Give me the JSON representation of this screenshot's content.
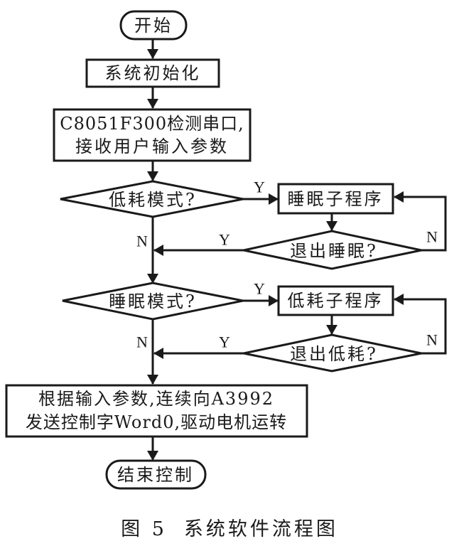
{
  "figure": {
    "caption_number": "图 5",
    "caption_title": "系统软件流程图"
  },
  "nodes": {
    "start": {
      "type": "terminal",
      "text": "开始"
    },
    "init": {
      "type": "process",
      "text": "系统初始化"
    },
    "detect": {
      "type": "process",
      "lines": [
        "C8051F300检测串口,",
        "接收用户输入参数"
      ]
    },
    "low_power_mode": {
      "type": "decision",
      "text": "低耗模式?"
    },
    "sleep_subroutine": {
      "type": "process",
      "text": "睡眠子程序"
    },
    "exit_sleep": {
      "type": "decision",
      "text": "退出睡眠?"
    },
    "sleep_mode": {
      "type": "decision",
      "text": "睡眠模式?"
    },
    "low_power_subroutine": {
      "type": "process",
      "text": "低耗子程序"
    },
    "exit_low_power": {
      "type": "decision",
      "text": "退出低耗?"
    },
    "send_control": {
      "type": "process",
      "lines": [
        "根据输入参数,连续向A3992",
        "发送控制字Word0,驱动电机运转"
      ]
    },
    "end": {
      "type": "terminal",
      "text": "结束控制"
    }
  },
  "edges": [
    {
      "from": "start",
      "to": "init",
      "label": ""
    },
    {
      "from": "init",
      "to": "detect",
      "label": ""
    },
    {
      "from": "detect",
      "to": "low_power_mode",
      "label": ""
    },
    {
      "from": "low_power_mode",
      "to": "sleep_subroutine",
      "label": "Y"
    },
    {
      "from": "sleep_subroutine",
      "to": "exit_sleep",
      "label": ""
    },
    {
      "from": "exit_sleep",
      "to": "sleep_subroutine",
      "label": "N"
    },
    {
      "from": "exit_sleep",
      "to": "sleep_mode",
      "label": "Y"
    },
    {
      "from": "low_power_mode",
      "to": "sleep_mode",
      "label": "N"
    },
    {
      "from": "sleep_mode",
      "to": "low_power_subroutine",
      "label": "Y"
    },
    {
      "from": "low_power_subroutine",
      "to": "exit_low_power",
      "label": ""
    },
    {
      "from": "exit_low_power",
      "to": "low_power_subroutine",
      "label": "N"
    },
    {
      "from": "exit_low_power",
      "to": "send_control",
      "label": "Y"
    },
    {
      "from": "sleep_mode",
      "to": "send_control",
      "label": "N"
    },
    {
      "from": "send_control",
      "to": "end",
      "label": ""
    }
  ],
  "edge_labels": {
    "yes": "Y",
    "no": "N"
  },
  "colors": {
    "ink": "#1a1a1a",
    "background": "#ffffff"
  }
}
